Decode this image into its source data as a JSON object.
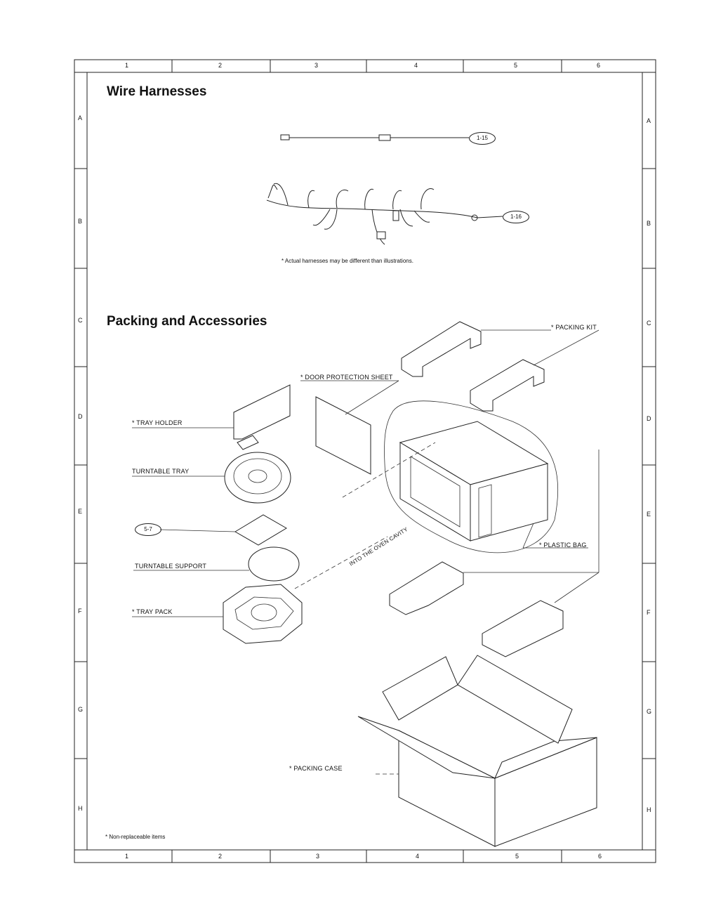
{
  "sections": {
    "wire_harnesses": {
      "title": "Wire Harnesses"
    },
    "packing": {
      "title": "Packing and Accessories"
    }
  },
  "grid": {
    "columns": [
      "1",
      "2",
      "3",
      "4",
      "5",
      "6"
    ],
    "rows": [
      "A",
      "B",
      "C",
      "D",
      "E",
      "F",
      "G",
      "H"
    ]
  },
  "callouts": {
    "harness_1": "1-15",
    "harness_2": "1-16",
    "item_57": "5-7"
  },
  "notes": {
    "harness_note": "* Actual harnesses may be different than illustrations.",
    "footnote": "* Non-replaceable items"
  },
  "labels": {
    "packing_kit": "* PACKING KIT",
    "door_protection_sheet": "* DOOR PROTECTION SHEET",
    "tray_holder": "* TRAY HOLDER",
    "turntable_tray": "TURNTABLE TRAY",
    "turntable_support": "TURNTABLE SUPPORT",
    "tray_pack": "* TRAY PACK",
    "plastic_bag": "* PLASTIC BAG",
    "into_oven_cavity": "INTO THE OVEN CAVITY",
    "packing_case": "* PACKING CASE"
  }
}
